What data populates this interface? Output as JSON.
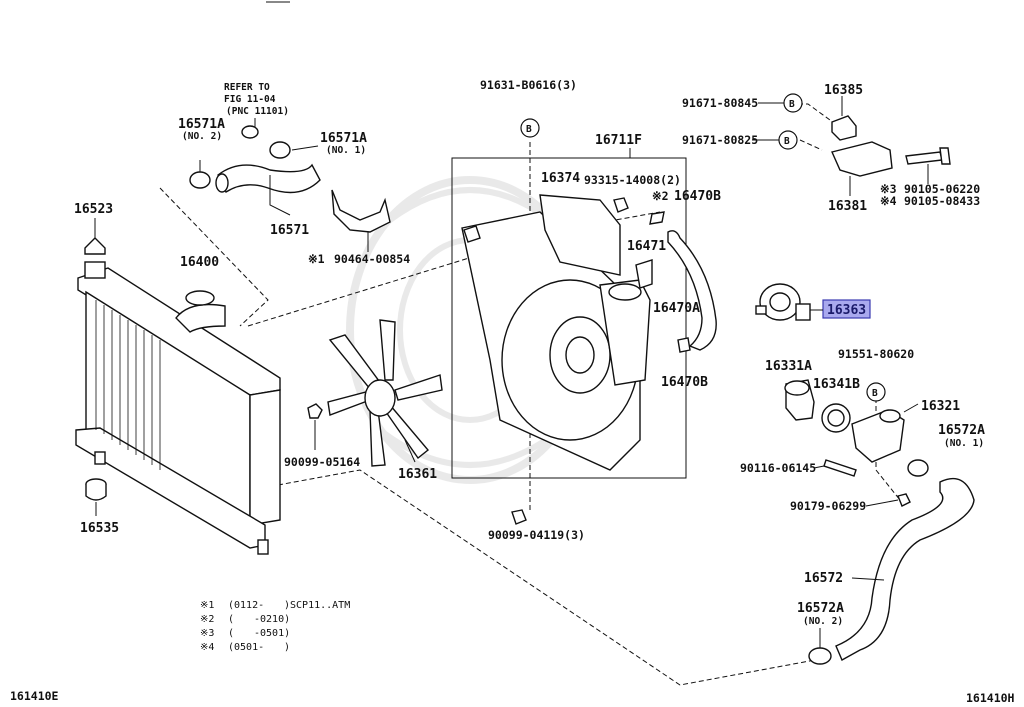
{
  "diagram": {
    "diagram_code_left": "161410E",
    "diagram_code_right": "161410H",
    "refer_note": [
      "REFER TO",
      "FIG 11-04",
      "(PNC 11101)"
    ],
    "parts": [
      {
        "id": "16571A_no2",
        "number": "16571A",
        "sub": "(NO. 2)"
      },
      {
        "id": "16571A_no1",
        "number": "16571A",
        "sub": "(NO. 1)"
      },
      {
        "id": "16571",
        "number": "16571"
      },
      {
        "id": "90464",
        "number": "90464-00854",
        "prefix": "※1"
      },
      {
        "id": "16523",
        "number": "16523"
      },
      {
        "id": "16400",
        "number": "16400"
      },
      {
        "id": "16535",
        "number": "16535"
      },
      {
        "id": "91631",
        "number": "91631-B0616(3)"
      },
      {
        "id": "16711F",
        "number": "16711F"
      },
      {
        "id": "16374",
        "number": "16374"
      },
      {
        "id": "93315",
        "number": "93315-14008(2)"
      },
      {
        "id": "16470B_top",
        "number": "16470B",
        "prefix": "※2"
      },
      {
        "id": "16471",
        "number": "16471"
      },
      {
        "id": "16470A",
        "number": "16470A"
      },
      {
        "id": "16470B_bot",
        "number": "16470B"
      },
      {
        "id": "90099_05164",
        "number": "90099-05164"
      },
      {
        "id": "16361",
        "number": "16361"
      },
      {
        "id": "90099_04119",
        "number": "90099-04119(3)"
      },
      {
        "id": "91671_80845",
        "number": "91671-80845"
      },
      {
        "id": "91671_80825",
        "number": "91671-80825"
      },
      {
        "id": "16385",
        "number": "16385"
      },
      {
        "id": "16381",
        "number": "16381"
      },
      {
        "id": "90105_06220",
        "number": "90105-06220",
        "prefix": "※3"
      },
      {
        "id": "90105_08433",
        "number": "90105-08433",
        "prefix": "※4"
      },
      {
        "id": "16363",
        "number": "16363",
        "highlighted": true
      },
      {
        "id": "16331A",
        "number": "16331A"
      },
      {
        "id": "16341B",
        "number": "16341B"
      },
      {
        "id": "91551",
        "number": "91551-80620"
      },
      {
        "id": "16321",
        "number": "16321"
      },
      {
        "id": "16572A_no1",
        "number": "16572A",
        "sub": "(NO. 1)"
      },
      {
        "id": "90116",
        "number": "90116-06145"
      },
      {
        "id": "90179",
        "number": "90179-06299"
      },
      {
        "id": "16572",
        "number": "16572"
      },
      {
        "id": "16572A_no2",
        "number": "16572A",
        "sub": "(NO. 2)"
      }
    ],
    "b_marker": "B",
    "footnotes": [
      {
        "mark": "※1",
        "range": "(0112-",
        "desc": ")SCP11..ATM"
      },
      {
        "mark": "※2",
        "range": "(",
        "desc": "-0210)"
      },
      {
        "mark": "※3",
        "range": "(",
        "desc": "-0501)"
      },
      {
        "mark": "※4",
        "range": "(0501-",
        "desc": ")"
      }
    ]
  }
}
